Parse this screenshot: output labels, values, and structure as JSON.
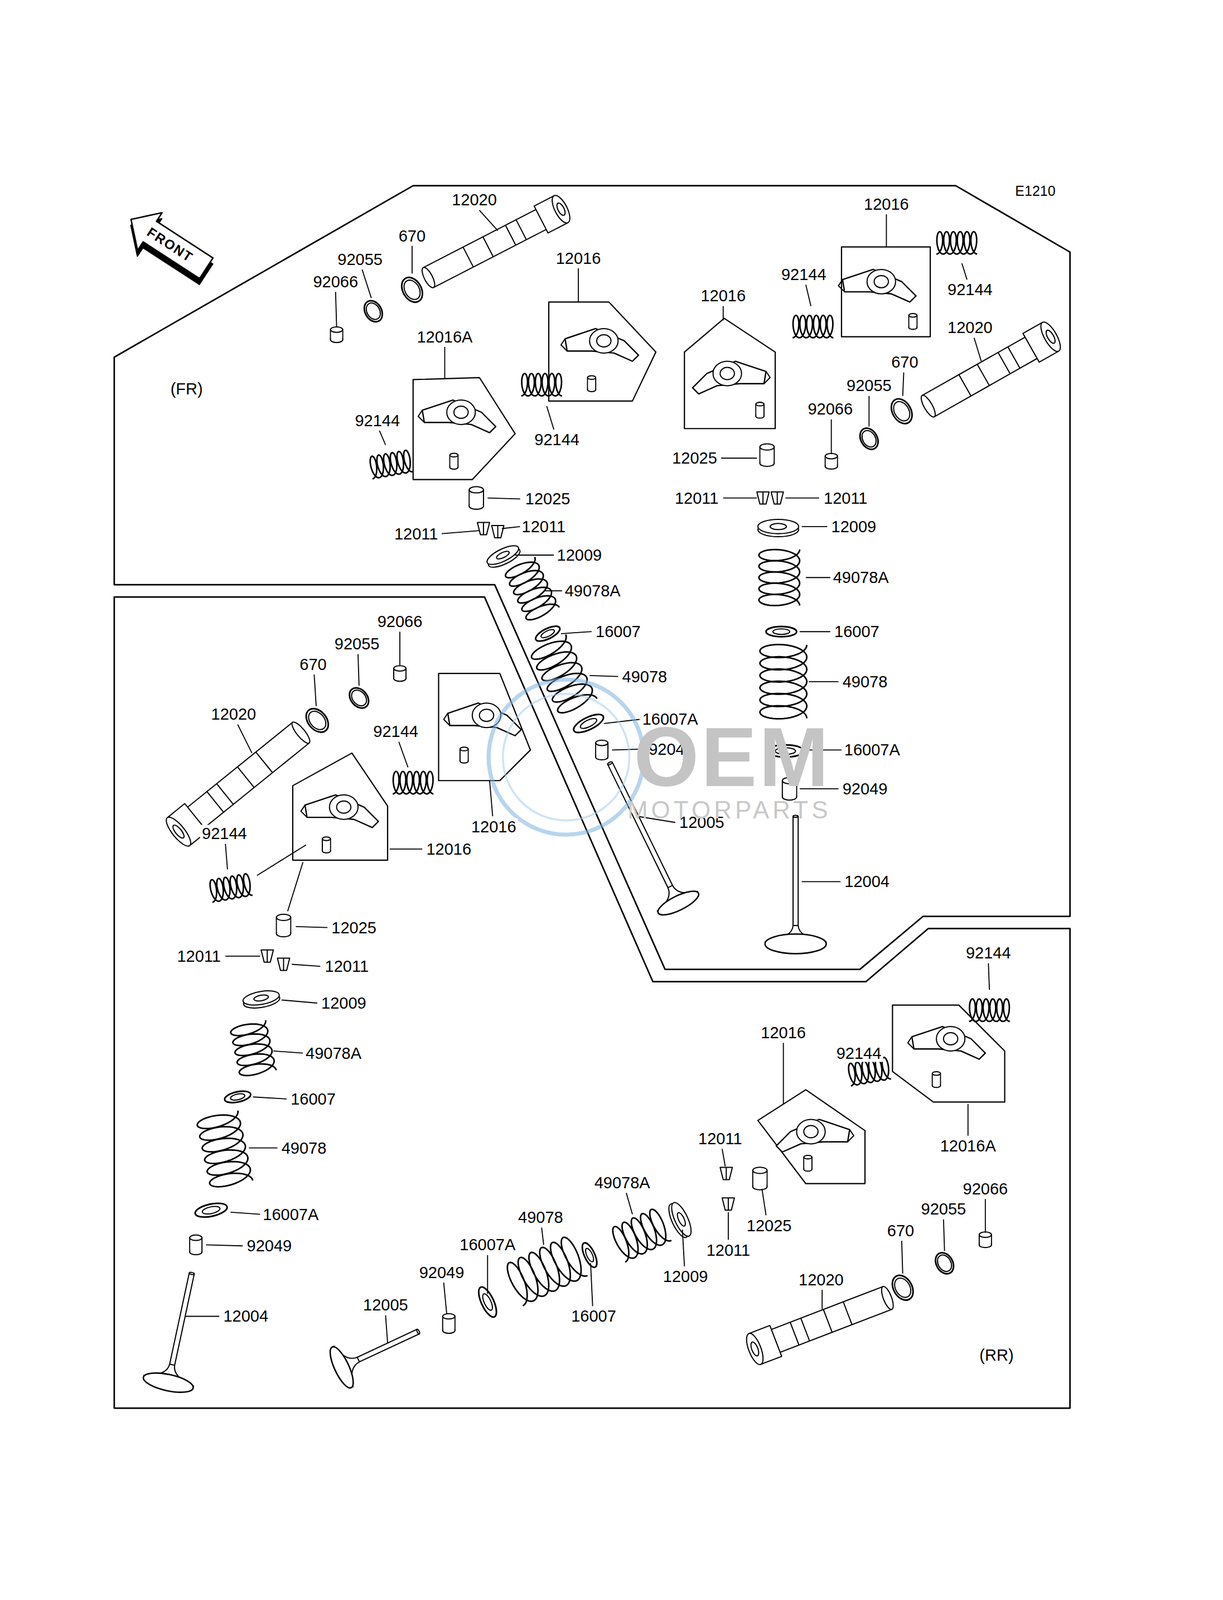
{
  "diagram": {
    "labels": [
      "E1210",
      "FRONT",
      "12020",
      "670",
      "92055",
      "92066",
      "12016",
      "12016A",
      "(FR)",
      "92144",
      "92144",
      "12025",
      "12011",
      "12011",
      "12009",
      "49078A",
      "16007",
      "49078",
      "16007A",
      "92049",
      "12005",
      "12016",
      "92144",
      "12016",
      "92144",
      "12020",
      "670",
      "92055",
      "92066",
      "12025",
      "12011",
      "12011",
      "12009",
      "49078A",
      "16007",
      "49078",
      "16007A",
      "92049",
      "12004",
      "92066",
      "92055",
      "670",
      "12020",
      "92144",
      "12016",
      "92144",
      "12016",
      "12025",
      "12011",
      "12011",
      "12009",
      "49078A",
      "16007",
      "49078",
      "16007A",
      "92049",
      "12004",
      "92144",
      "12016",
      "92144",
      "12016A",
      "12011",
      "49078A",
      "92066",
      "49078",
      "92055",
      "12025",
      "670",
      "16007A",
      "12011",
      "92049",
      "12009",
      "12020",
      "12005",
      "16007",
      "(RR)",
      "OEM",
      "MOTORPARTS"
    ]
  }
}
